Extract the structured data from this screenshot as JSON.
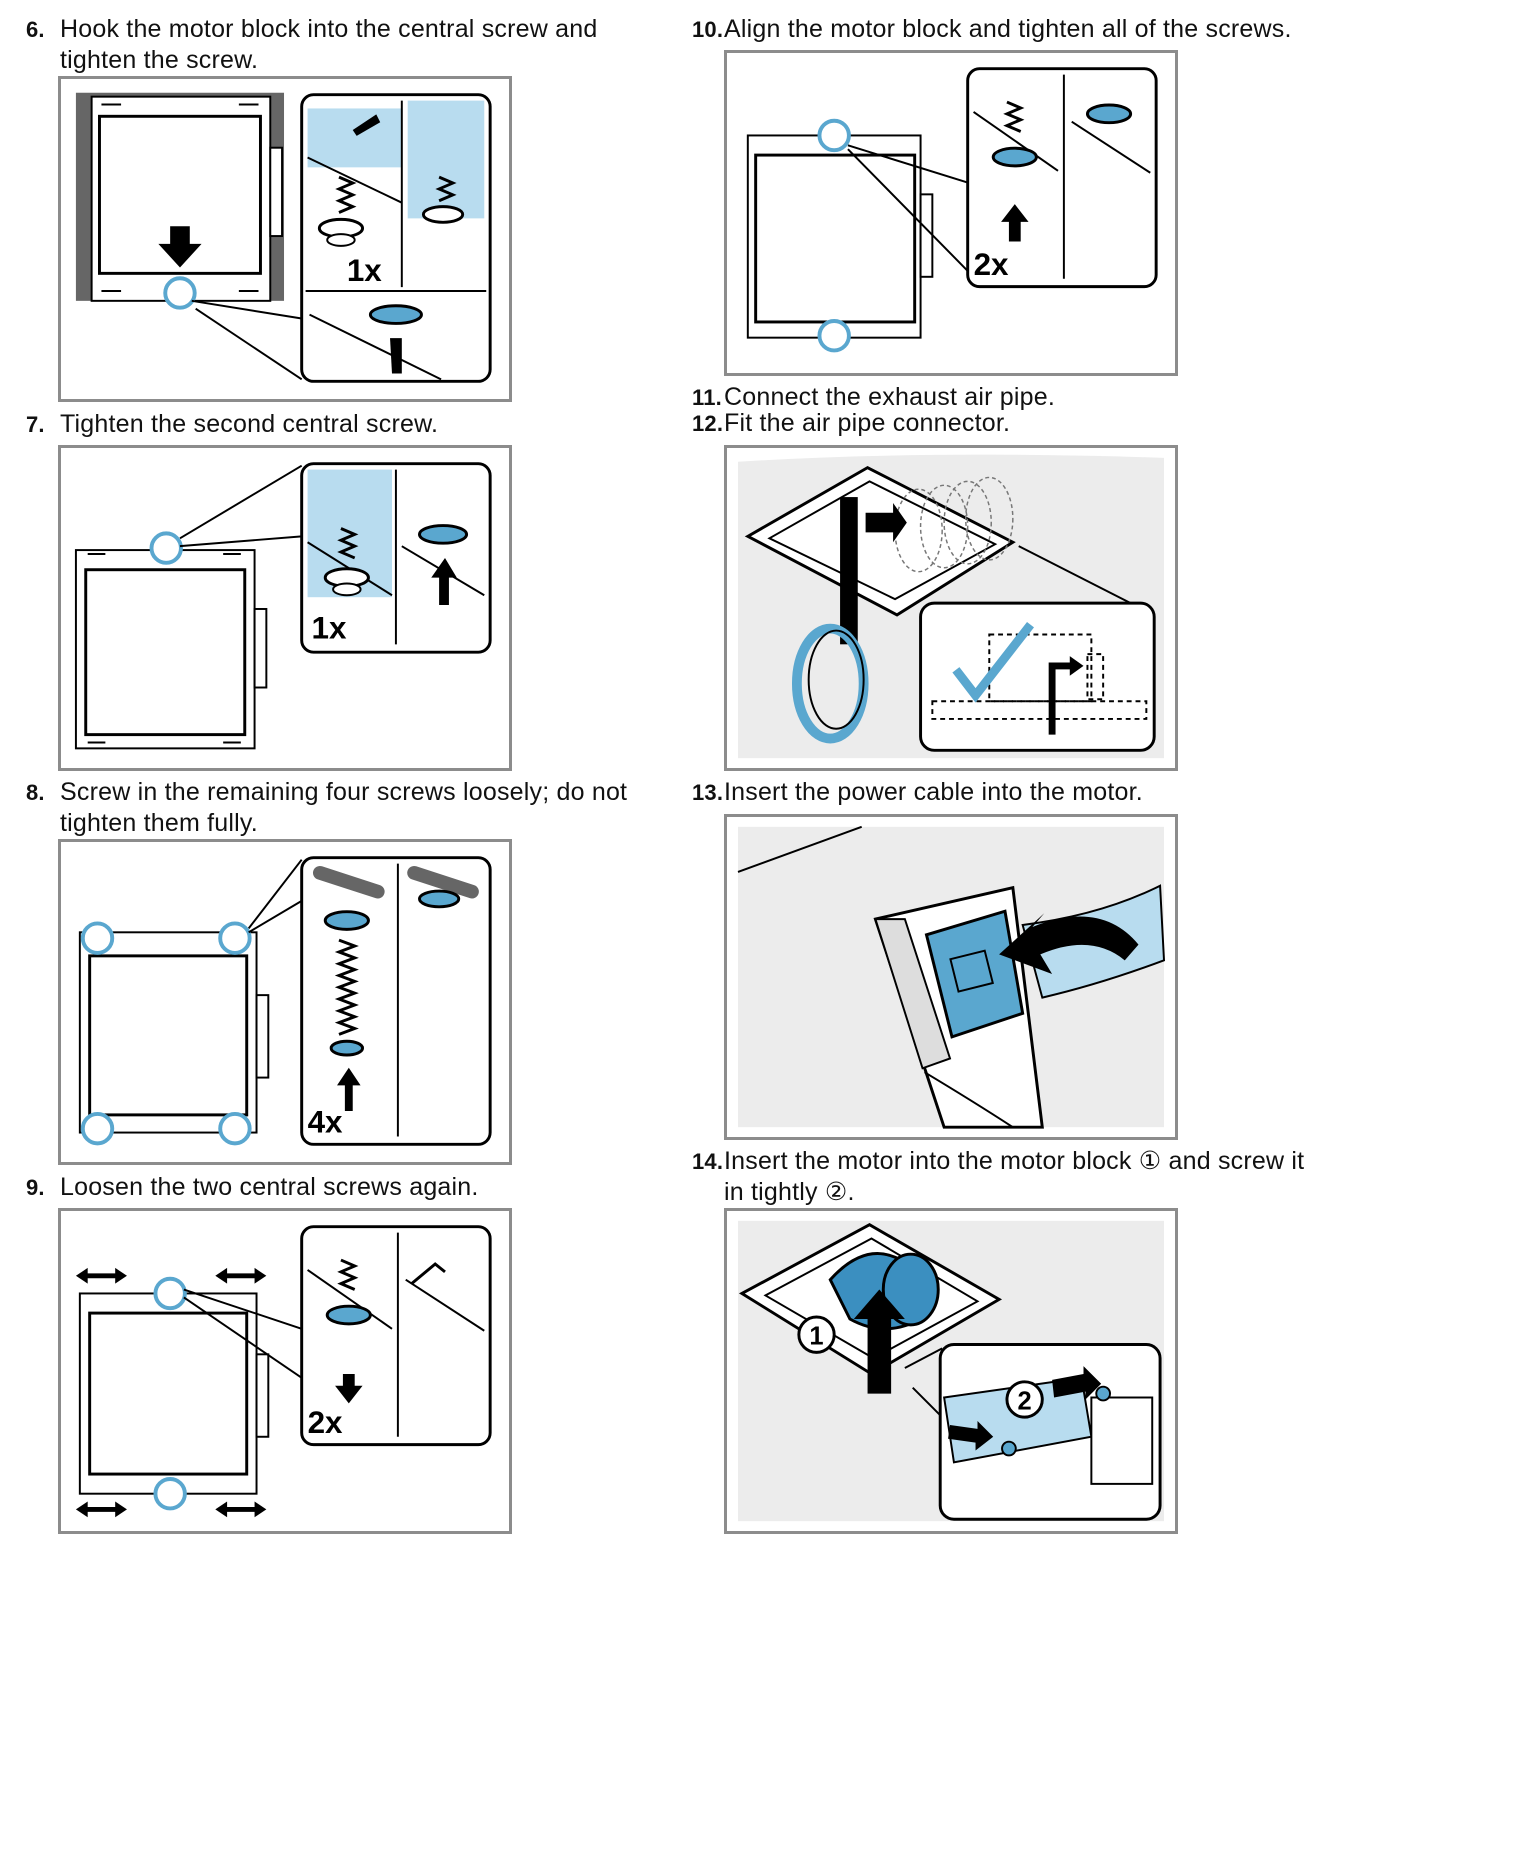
{
  "steps": [
    {
      "num": "6.",
      "lines": [
        "Hook the motor block into the central screw and",
        "tighten the screw."
      ],
      "multiplier": "1x"
    },
    {
      "num": "7.",
      "lines": [
        "Tighten the second central screw."
      ],
      "multiplier": "1x"
    },
    {
      "num": "8.",
      "lines": [
        "Screw in the remaining four screws loosely; do not",
        "tighten them fully."
      ],
      "multiplier": "4x"
    },
    {
      "num": "9.",
      "lines": [
        "Loosen the two central screws again."
      ],
      "multiplier": "2x"
    },
    {
      "num": "10.",
      "lines": [
        "Align the motor block and tighten all of the screws."
      ],
      "multiplier": "2x"
    },
    {
      "num": "11.",
      "lines": [
        "Connect the exhaust air pipe."
      ]
    },
    {
      "num": "12.",
      "lines": [
        "Fit the air pipe connector."
      ]
    },
    {
      "num": "13.",
      "lines": [
        "Insert the power cable into the motor."
      ]
    },
    {
      "num": "14.",
      "lines": [
        "Insert the motor into the motor block ① and screw it",
        "in tightly ②."
      ],
      "callouts": [
        "1",
        "2"
      ]
    }
  ],
  "colors": {
    "accent_blue": "#5aa7cf",
    "light_blue": "#b8dcef",
    "frame_gray": "#8c8c8c",
    "dark_gray": "#555555"
  }
}
